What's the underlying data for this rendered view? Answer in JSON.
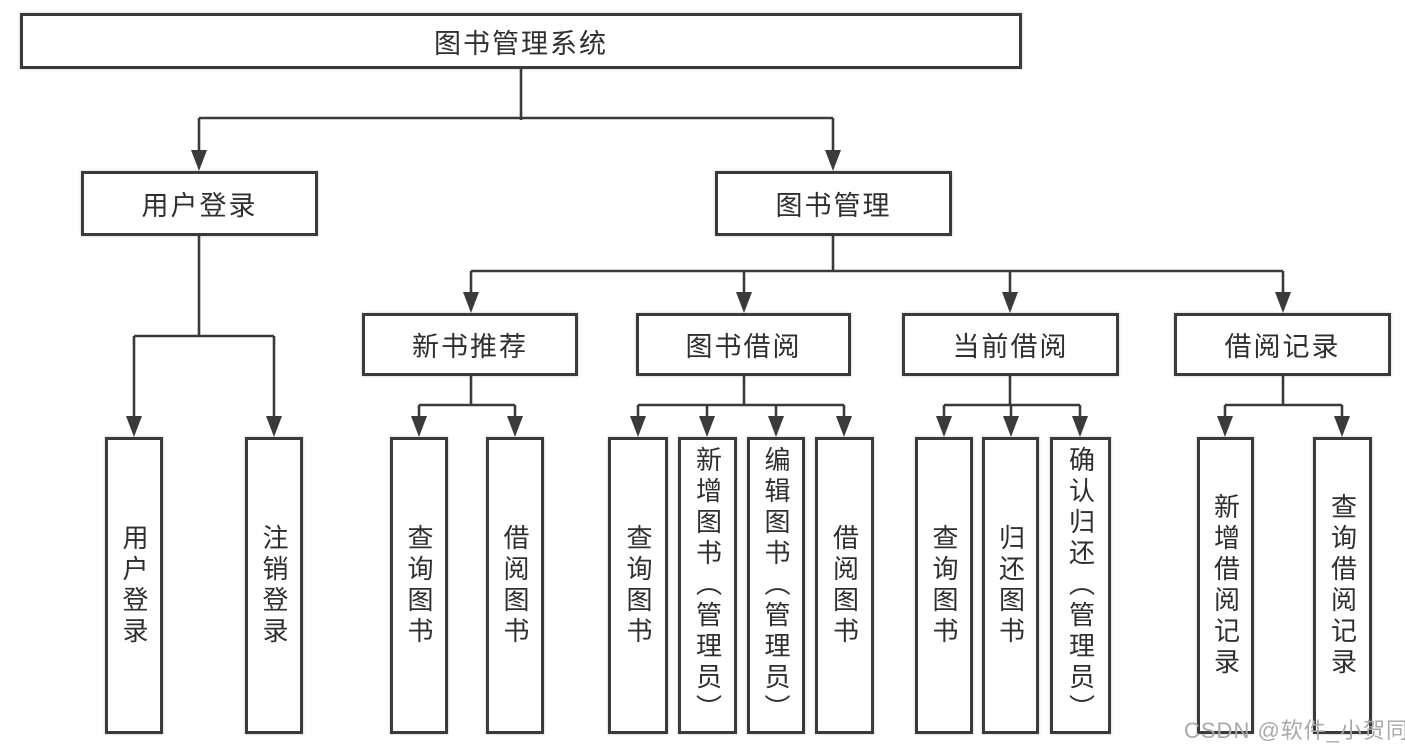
{
  "diagram": {
    "root": {
      "label": "图书管理系统"
    },
    "user_branch": {
      "label": "用户登录",
      "children": [
        {
          "label": "用户登录"
        },
        {
          "label": "注销登录"
        }
      ]
    },
    "book_branch": {
      "label": "图书管理",
      "sections": [
        {
          "label": "新书推荐",
          "children": [
            {
              "label": "查询图书"
            },
            {
              "label": "借阅图书"
            }
          ]
        },
        {
          "label": "图书借阅",
          "children": [
            {
              "label": "查询图书"
            },
            {
              "label": "新增图书（管理员）"
            },
            {
              "label": "编辑图书（管理员）"
            },
            {
              "label": "借阅图书"
            }
          ]
        },
        {
          "label": "当前借阅",
          "children": [
            {
              "label": "查询图书"
            },
            {
              "label": "归还图书"
            },
            {
              "label": "确认归还（管理员）"
            }
          ]
        },
        {
          "label": "借阅记录",
          "children": [
            {
              "label": "新增借阅记录"
            },
            {
              "label": "查询借阅记录"
            }
          ]
        }
      ]
    }
  },
  "watermark": {
    "text": "CSDN @软件_小贺同学"
  },
  "colors": {
    "line": "#3a3a3a",
    "text": "#2f2f2f",
    "background": "#ffffff",
    "watermark": "#a9a9a9"
  }
}
